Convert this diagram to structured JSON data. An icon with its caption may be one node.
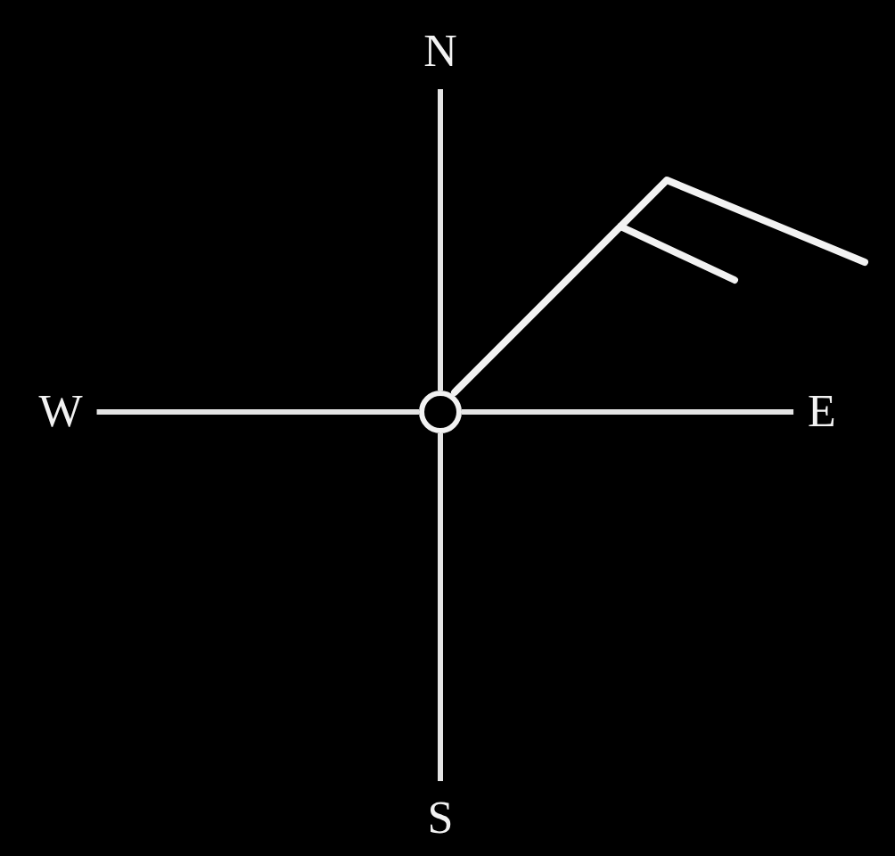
{
  "diagram": {
    "nodes": [
      {
        "text": [
          "N"
        ]
      },
      {
        "text": [
          "W"
        ]
      },
      {
        "text": [],
        "shape": "circle"
      },
      {
        "text": [
          "E"
        ]
      },
      {
        "text": [
          "S"
        ]
      }
    ],
    "edges": [
      {
        "from": 2,
        "to": 0,
        "arrow": "none"
      },
      {
        "from": 2,
        "to": 1,
        "arrow": "none"
      },
      {
        "from": 2,
        "to": 3,
        "arrow": "none"
      },
      {
        "from": 2,
        "to": 4,
        "arrow": "none"
      }
    ]
  }
}
